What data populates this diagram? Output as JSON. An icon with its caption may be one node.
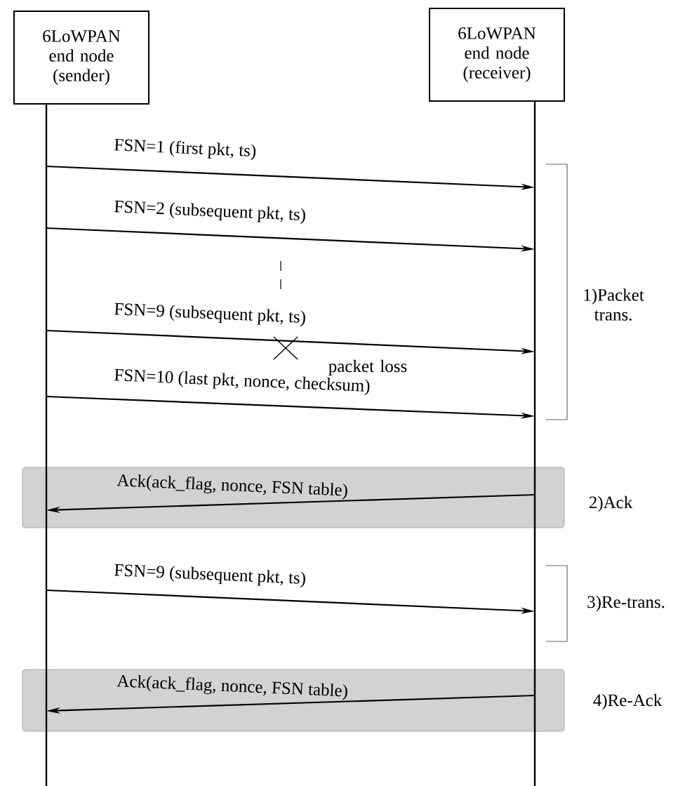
{
  "diagram": {
    "nodes": [
      {
        "text": [
          "6LoWPAN end node (sender)"
        ]
      },
      {
        "text": [
          "6LoWPAN end node (receiver)"
        ]
      }
    ],
    "edges": [
      {
        "from": 0,
        "to": 1,
        "arrow": "to",
        "label": "FSN=1 (first pkt, ts)"
      },
      {
        "from": 0,
        "to": 1,
        "arrow": "to",
        "label": "FSN=2 (subsequent pkt, ts)"
      },
      {
        "from": 0,
        "to": 1,
        "arrow": "to",
        "label": "FSN=9 (subsequent pkt, ts)"
      },
      {
        "from": 0,
        "to": 1,
        "arrow": "to",
        "label": "FSN=10 (last pkt, nonce, checksum)"
      },
      {
        "from": 1,
        "to": 0,
        "arrow": "to",
        "label": "Ack(ack_flag, nonce, FSN table)"
      },
      {
        "from": 0,
        "to": 1,
        "arrow": "to",
        "label": "FSN=9 (subsequent pkt, ts)"
      },
      {
        "from": 1,
        "to": 0,
        "arrow": "to",
        "label": "Ack(ack_flag, nonce, FSN table)"
      }
    ],
    "labels": [
      "1)Packet trans.",
      "packet loss",
      "2)Ack",
      "3)Re-trans.",
      "4)Re-Ack"
    ]
  }
}
